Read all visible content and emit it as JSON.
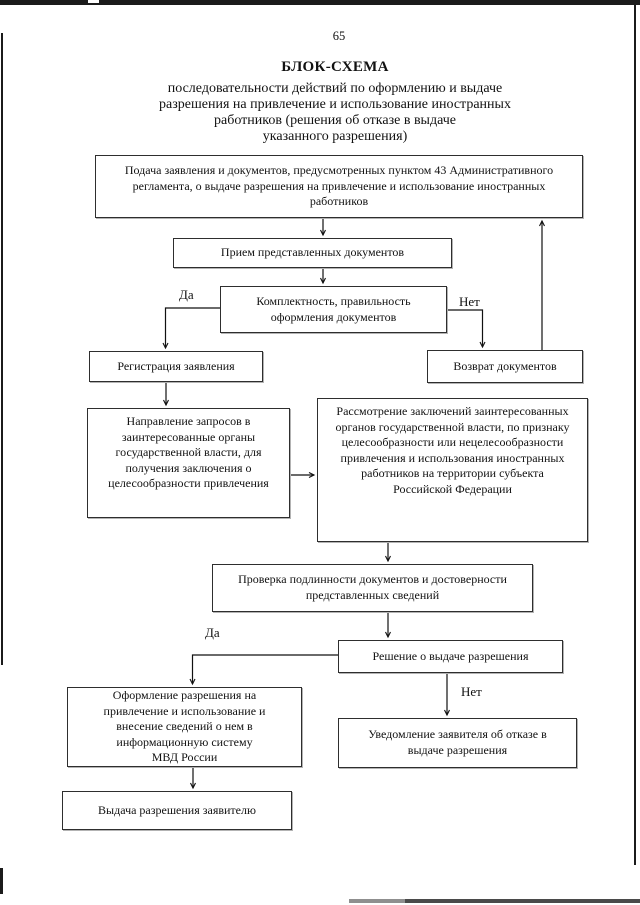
{
  "page_number": "65",
  "header": {
    "title": "БЛОК-СХЕМА",
    "subtitle_lines": [
      "последовательности действий по оформлению и выдаче",
      "разрешения на привлечение и использование иностранных",
      "работников (решения об отказе в выдаче",
      "указанного разрешения)"
    ]
  },
  "flowchart": {
    "boxes": {
      "submission": "Подача заявления и документов, предусмотренных пунктом 43 Административного\nрегламента, о выдаче разрешения на привлечение и использование иностранных\nработников",
      "reception": "Прием представленных документов",
      "completeness_check": "Комплектность, правильность\nоформления документов",
      "registration": "Регистрация заявления",
      "return_documents": "Возврат документов",
      "send_requests": "Направление запросов в\nзаинтересованные органы\nгосударственной власти, для\nполучения заключения о\nцелесообразности привлечения",
      "review_conclusions": "Рассмотрение заключений заинтересованных\nорганов государственной власти, по признаку\nцелесообразности или нецелесообразности\nпривлечения и использования иностранных\nработников на территории субъекта\nРоссийской Федерации",
      "authenticity_check": "Проверка подлинности документов и достоверности\nпредставленных сведений",
      "issue_decision": "Решение о выдаче разрешения",
      "permit_processing": "Оформление разрешения на\nпривлечение и использование и\nвнесение сведений о нем в\nинформационную систему\nМВД России",
      "permit_issuance": "Выдача разрешения заявителю",
      "refusal_notification": "Уведомление заявителя об отказе в\nвыдаче разрешения"
    },
    "labels": {
      "yes_top": "Да",
      "no_top": "Нет",
      "yes_bottom": "Да",
      "no_bottom": "Нет"
    }
  }
}
